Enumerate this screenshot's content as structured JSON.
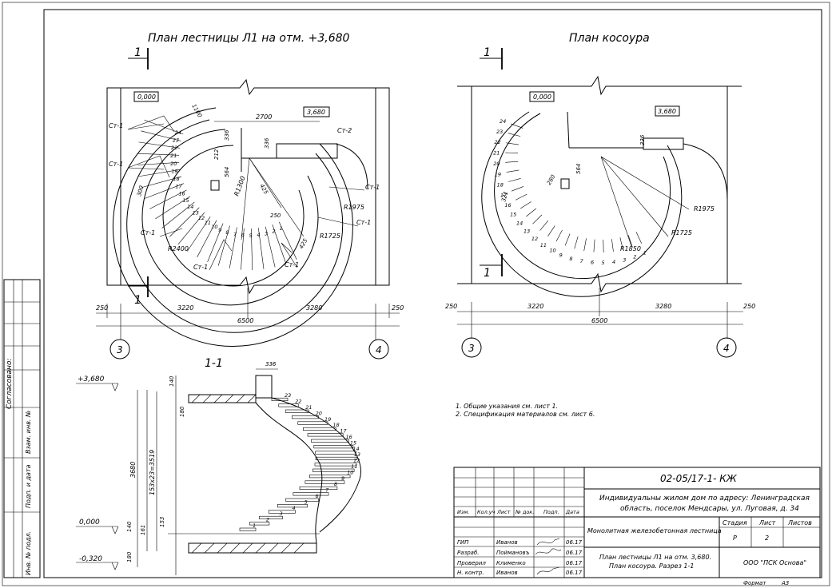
{
  "titles": {
    "plan": "План лестницы Л1 на отм. +3,680",
    "kosour": "План косоура",
    "section": "1-1"
  },
  "section_marks": {
    "one": "1"
  },
  "levels": {
    "zero": "0,000",
    "top": "3,680",
    "plus_top": "+3,680",
    "minus": "-0,320"
  },
  "axes": [
    "3",
    "4"
  ],
  "dims": {
    "d250": "250",
    "d3220": "3220",
    "d3280": "3280",
    "d6500": "6500",
    "d2700": "2700",
    "d1100": "1100",
    "d336": "336",
    "d564": "564",
    "d212": "212",
    "d280": "280",
    "d300": "300",
    "d321": "321",
    "d425": "425",
    "d250b": "250",
    "d140": "140",
    "d180": "180",
    "d3680": "3680",
    "d153x": "153х23=3519",
    "d161": "161",
    "d153": "153"
  },
  "radii": {
    "r1300": "R1300",
    "r1975": "R1975",
    "r1725": "R1725",
    "r2400": "R2400",
    "r1850": "R1850"
  },
  "st": {
    "st1": "Ст-1",
    "st2": "Ст-2"
  },
  "notes": [
    "1.  Общие указания см. лист 1.",
    "2.  Спецификация материалов см. лист 6."
  ],
  "sidebar": {
    "agreed": "Согласовано:",
    "vzam": "Взам. инв. №",
    "podp": "Подп. и дата",
    "inv": "Инв. № подл."
  },
  "title_block": {
    "code": "02-05/17-1- КЖ",
    "address": "Индивидуальны жилом дом по адресу: Ленинградская",
    "address2": "область, поселок Мендсары, ул. Луговая, д. 34",
    "object": "Монолитная железобетонная лестница",
    "sheet_title": "План лестницы Л1 на отм. 3,680.",
    "sheet_title2": "План косоура. Разрез 1-1",
    "company": "ООО \"ПСК Основа\"",
    "headers": [
      "Изм.",
      "Кол.уч",
      "Лист",
      "№ док.",
      "Подп.",
      "Дата"
    ],
    "stage_h": "Стадия",
    "list_h": "Лист",
    "lists_h": "Листов",
    "stage": "Р",
    "list": "2",
    "rows": [
      {
        "role": "ГИП",
        "name": "Иванов",
        "date": "06.17"
      },
      {
        "role": "Разраб.",
        "name": "Поймановъ",
        "date": "06.17"
      },
      {
        "role": "Проверил",
        "name": "Клименко",
        "date": "06.17"
      },
      {
        "role": "Н. контр.",
        "name": "Иванов",
        "date": "06.17"
      }
    ],
    "format_label": "Формат",
    "format": "А3"
  },
  "steps_plan": [
    "1",
    "2",
    "3",
    "4",
    "5",
    "6",
    "7",
    "8",
    "9",
    "10",
    "11",
    "12",
    "13",
    "14",
    "15",
    "16",
    "17",
    "18",
    "19",
    "20",
    "21",
    "22",
    "23",
    "24"
  ],
  "steps_section": [
    "1",
    "2",
    "3",
    "4",
    "5",
    "6",
    "7",
    "8",
    "9",
    "10",
    "11",
    "12",
    "13",
    "14",
    "15",
    "16",
    "17",
    "18",
    "19",
    "20",
    "21",
    "22",
    "23"
  ]
}
